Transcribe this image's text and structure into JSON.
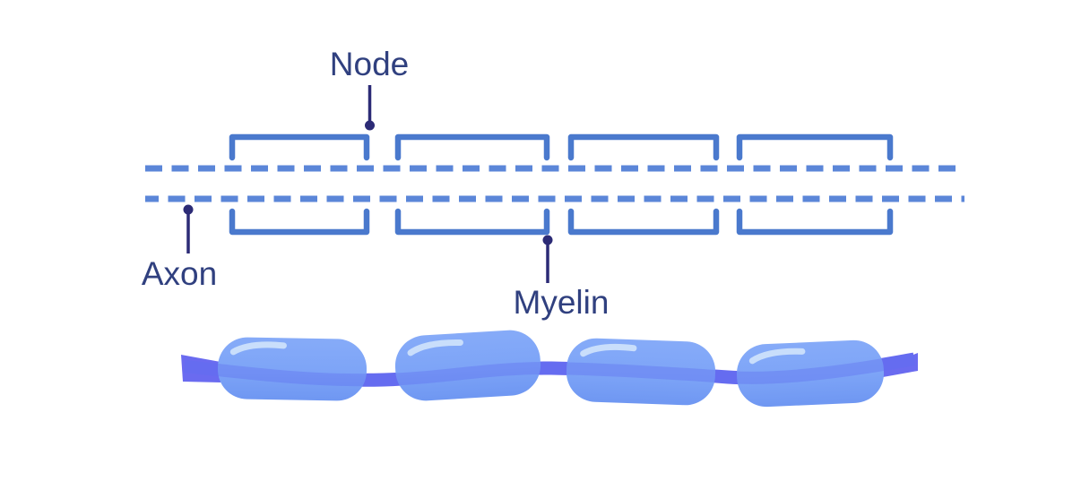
{
  "diagram": {
    "type": "biology-diagram",
    "subject": "Myelinated axon (nerve fiber) with nodes of Ranvier",
    "labels": {
      "node": "Node",
      "axon": "Axon",
      "myelin": "Myelin"
    },
    "colors": {
      "background": "#ffffff",
      "bracket_blue": "#4a79cd",
      "dashed_line_blue": "#5b86d8",
      "label_text_navy": "#30407f",
      "leader_line_indigo": "#2c2b76",
      "axon_band_periwinkle": "#6a6bf0",
      "myelin_pill_blue": "#7da4f7",
      "pill_highlight": "#c9defb"
    },
    "structure": {
      "myelin_segment_count": 4,
      "node_gap_count": 3
    }
  }
}
